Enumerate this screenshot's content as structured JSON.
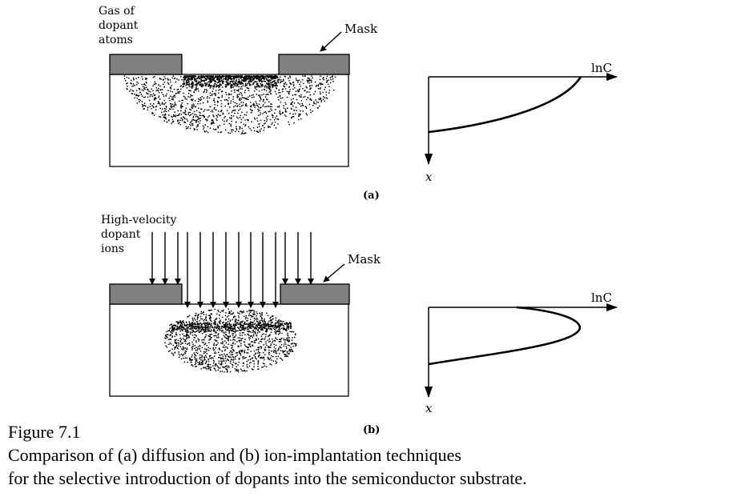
{
  "figure": {
    "number": "Figure 7.1",
    "caption_line1": "Comparison of (a) diffusion and (b) ion-implantation techniques",
    "caption_line2": "for the selective introduction of dopants into the semiconductor substrate."
  },
  "panel_a": {
    "tag": "(a)",
    "source_label": [
      "Gas of",
      "dopant",
      "atoms"
    ],
    "mask_label": "Mask",
    "axis_c_label": "lnC",
    "axis_x_label": "x"
  },
  "panel_b": {
    "tag": "(b)",
    "source_label": [
      "High-velocity",
      "dopant",
      "ions"
    ],
    "mask_label": "Mask",
    "axis_c_label": "lnC",
    "axis_x_label": "x"
  },
  "colors": {
    "mask": "#808080",
    "ink": "#000000"
  }
}
